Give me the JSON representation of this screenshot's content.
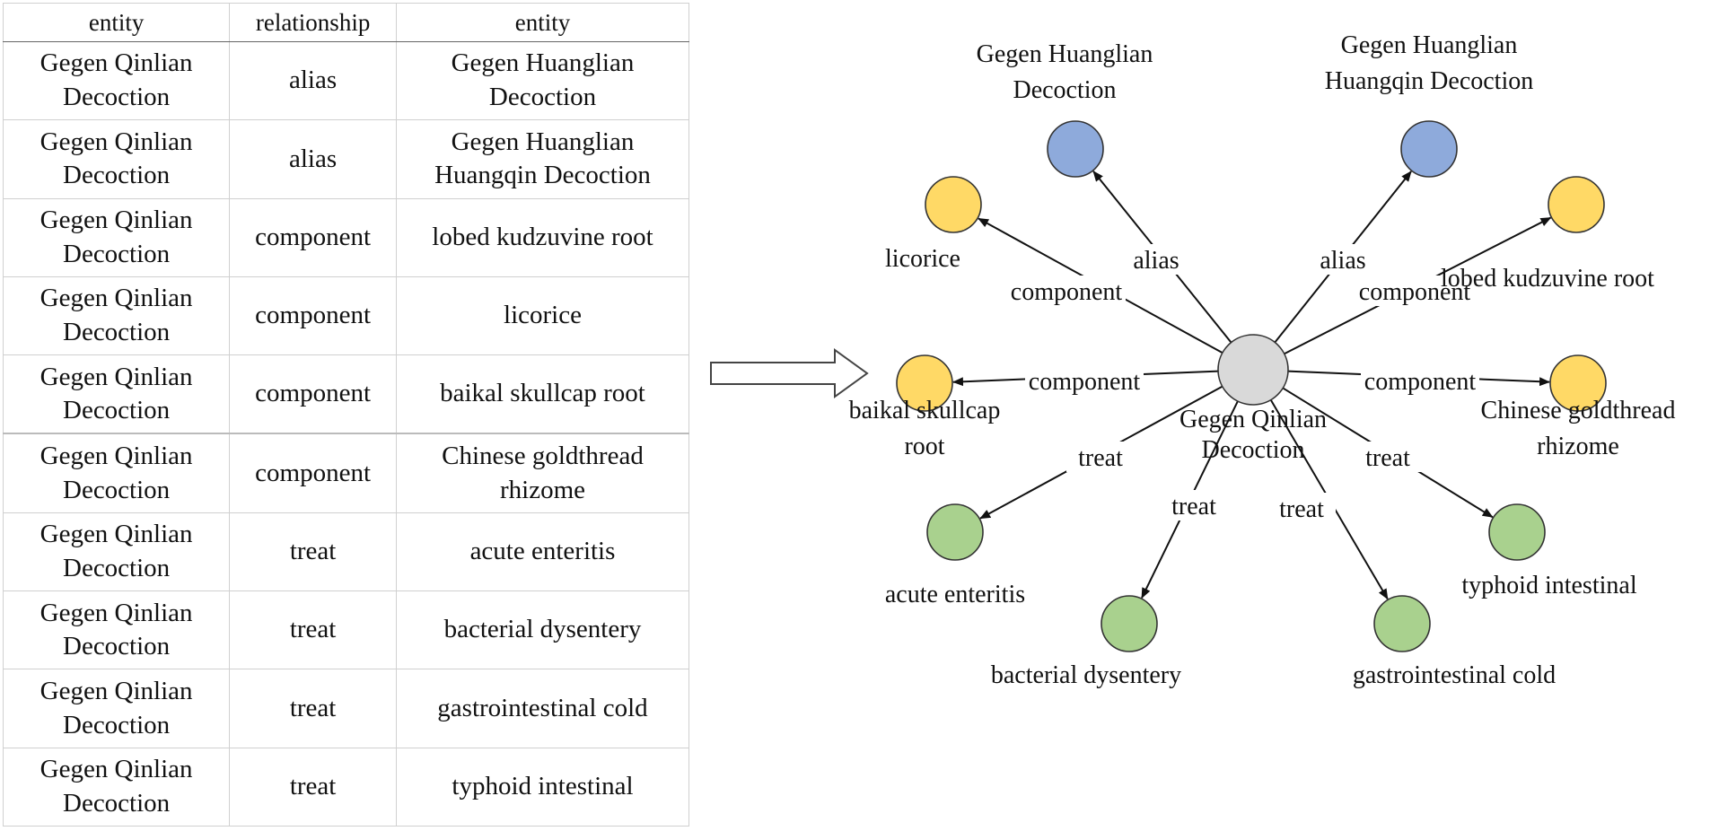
{
  "table": {
    "headers": [
      "entity",
      "relationship",
      "entity"
    ],
    "rows": [
      {
        "head": [
          "Gegen Qinlian",
          "Decoction"
        ],
        "relation": "alias",
        "tail": [
          "Gegen Huanglian",
          "Decoction"
        ]
      },
      {
        "head": [
          "Gegen Qinlian",
          "Decoction"
        ],
        "relation": "alias",
        "tail": [
          "Gegen Huanglian",
          "Huangqin Decoction"
        ]
      },
      {
        "head": [
          "Gegen Qinlian",
          "Decoction"
        ],
        "relation": "component",
        "tail": [
          "lobed kudzuvine root"
        ]
      },
      {
        "head": [
          "Gegen Qinlian",
          "Decoction"
        ],
        "relation": "component",
        "tail": [
          "licorice"
        ]
      },
      {
        "head": [
          "Gegen Qinlian",
          "Decoction"
        ],
        "relation": "component",
        "tail": [
          "baikal skullcap root"
        ]
      },
      {
        "head": [
          "Gegen Qinlian",
          "Decoction"
        ],
        "relation": "component",
        "tail": [
          "Chinese goldthread",
          "rhizome"
        ]
      },
      {
        "head": [
          "Gegen Qinlian",
          "Decoction"
        ],
        "relation": "treat",
        "tail": [
          "acute enteritis"
        ]
      },
      {
        "head": [
          "Gegen Qinlian",
          "Decoction"
        ],
        "relation": "treat",
        "tail": [
          "bacterial dysentery"
        ]
      },
      {
        "head": [
          "Gegen Qinlian",
          "Decoction"
        ],
        "relation": "treat",
        "tail": [
          "gastrointestinal cold"
        ]
      },
      {
        "head": [
          "Gegen Qinlian",
          "Decoction"
        ],
        "relation": "treat",
        "tail": [
          "typhoid intestinal"
        ]
      }
    ]
  },
  "graph": {
    "center": {
      "name": "center-node",
      "label": [
        "Gegen Qinlian",
        "Decoction"
      ],
      "color": "#d9d9d9"
    },
    "category_colors": {
      "alias": "#8eaadb",
      "component": "#ffd966",
      "treat": "#a9d18e"
    },
    "nodes": [
      {
        "name": "node-huanglian-decoction",
        "label": [
          "Gegen Huanglian",
          "Decoction"
        ],
        "relation": "alias",
        "category": "alias"
      },
      {
        "name": "node-huanglian-huangqin-decoction",
        "label": [
          "Gegen Huanglian",
          "Huangqin Decoction"
        ],
        "relation": "alias",
        "category": "alias"
      },
      {
        "name": "node-licorice",
        "label": [
          "licorice"
        ],
        "relation": "component",
        "category": "component"
      },
      {
        "name": "node-lobed-kudzuvine-root",
        "label": [
          "lobed kudzuvine root"
        ],
        "relation": "component",
        "category": "component"
      },
      {
        "name": "node-baikal-skullcap-root",
        "label": [
          "baikal skullcap",
          "root"
        ],
        "relation": "component",
        "category": "component"
      },
      {
        "name": "node-chinese-goldthread-rhizome",
        "label": [
          "Chinese goldthread",
          "rhizome"
        ],
        "relation": "component",
        "category": "component"
      },
      {
        "name": "node-acute-enteritis",
        "label": [
          "acute enteritis"
        ],
        "relation": "treat",
        "category": "treat"
      },
      {
        "name": "node-bacterial-dysentery",
        "label": [
          "bacterial dysentery"
        ],
        "relation": "treat",
        "category": "treat"
      },
      {
        "name": "node-gastrointestinal-cold",
        "label": [
          "gastrointestinal cold"
        ],
        "relation": "treat",
        "category": "treat"
      },
      {
        "name": "node-typhoid-intestinal",
        "label": [
          "typhoid intestinal"
        ],
        "relation": "treat",
        "category": "treat"
      }
    ]
  }
}
